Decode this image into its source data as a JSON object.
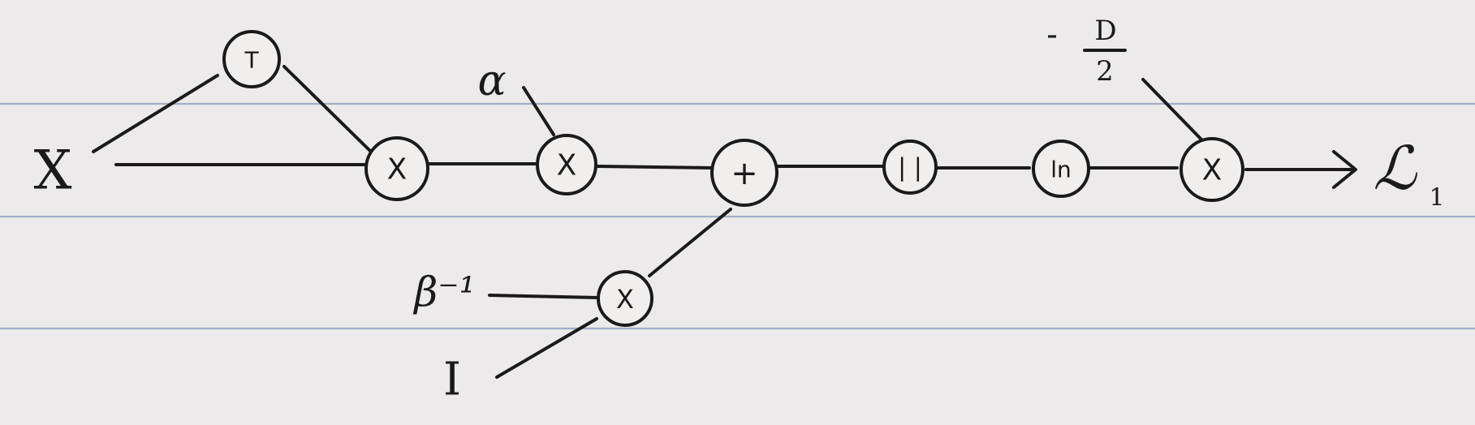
{
  "diagram": {
    "nodes": [
      {
        "id": "transpose",
        "text": "T"
      },
      {
        "id": "multiply-xtx",
        "text": "X"
      },
      {
        "id": "multiply-alpha",
        "text": "X"
      },
      {
        "id": "add",
        "text": "+"
      },
      {
        "id": "determinant",
        "text": "| |"
      },
      {
        "id": "log",
        "text": "ln"
      },
      {
        "id": "multiply-final",
        "text": "X"
      },
      {
        "id": "multiply-beta",
        "text": "X"
      }
    ],
    "labels": {
      "input_x": "X",
      "alpha": "α",
      "beta_inv": "β⁻¹",
      "identity": "I",
      "coef_sign": "-",
      "coef_num": "D",
      "coef_den": "2",
      "output": "ℒ",
      "output_sub": "1"
    }
  },
  "colors": {
    "ink": "#1a1a1a",
    "paper": "#eceaea",
    "rule": "#9fb0c4"
  }
}
